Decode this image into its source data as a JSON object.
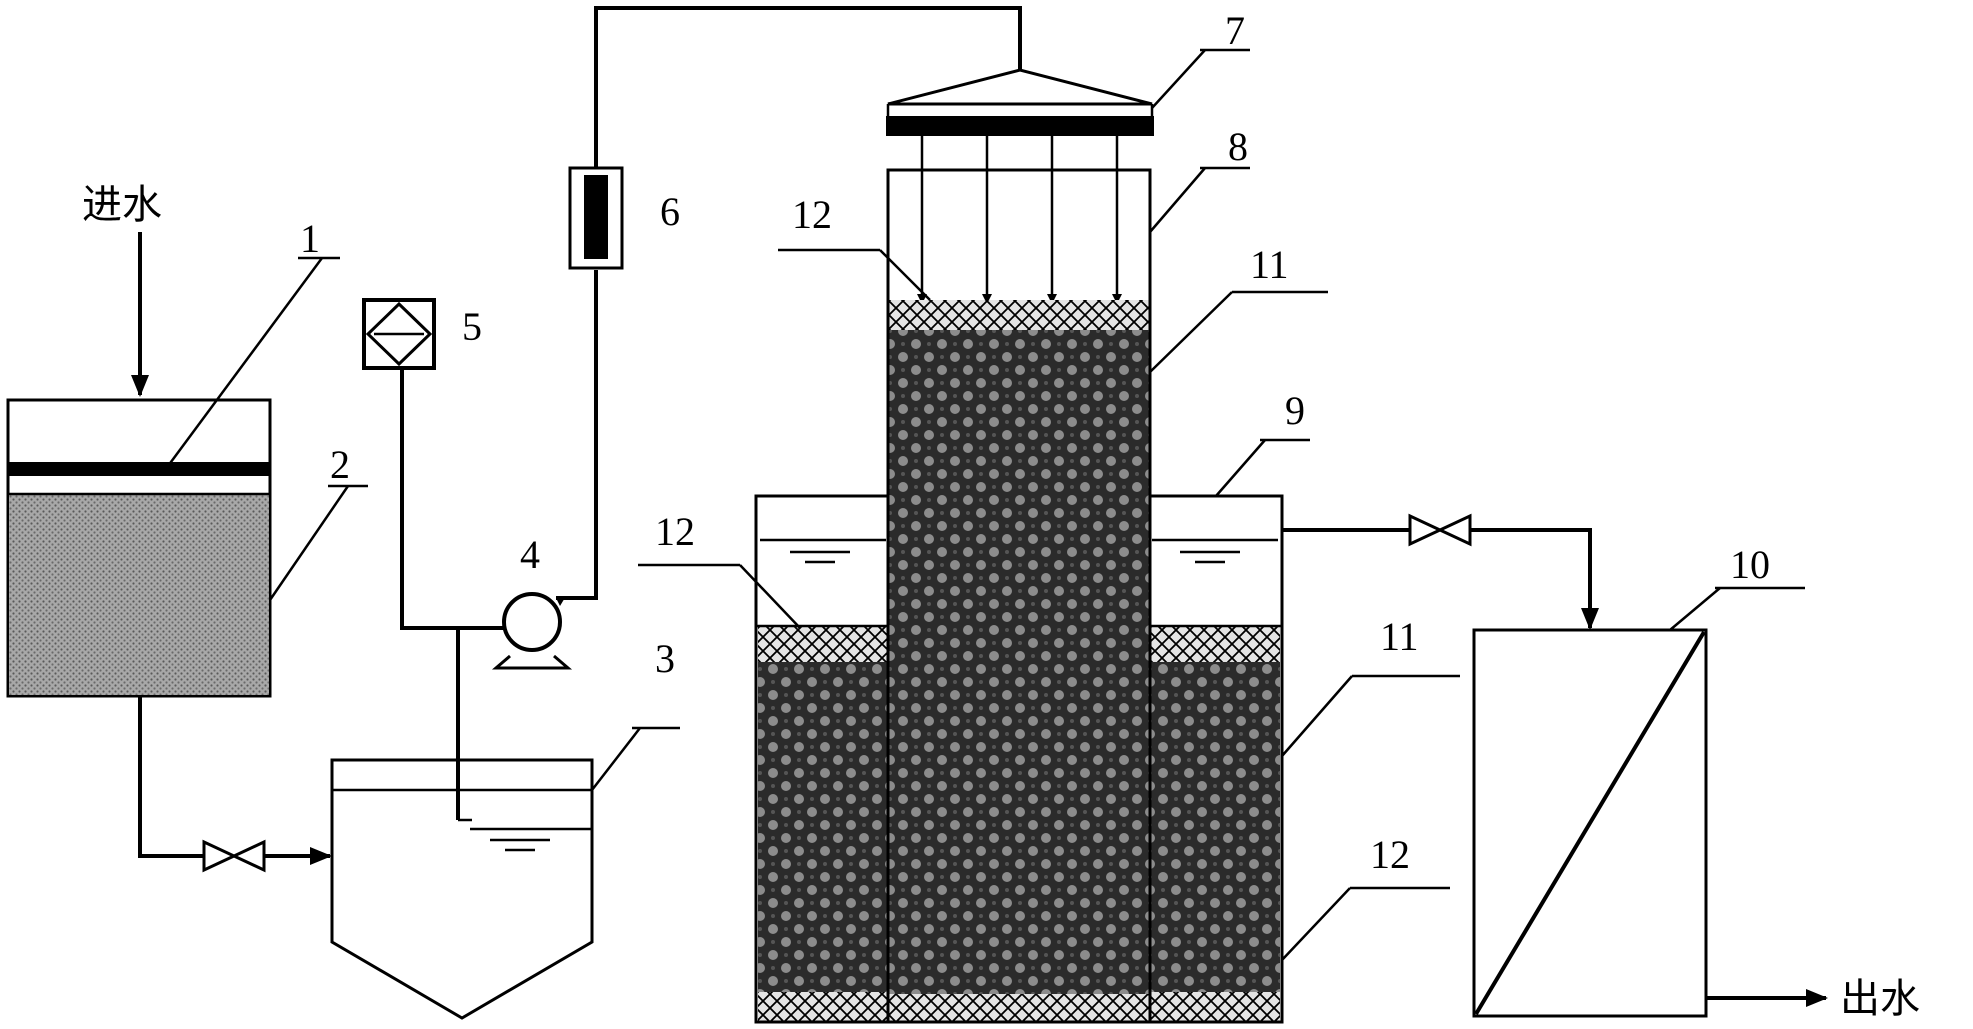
{
  "labels": {
    "inlet": "进水",
    "outlet": "出水",
    "n1": "1",
    "n2": "2",
    "n3": "3",
    "n4": "4",
    "n5": "5",
    "n6": "6",
    "n7": "7",
    "n8": "8",
    "n9": "9",
    "n10": "10",
    "n11a": "11",
    "n11b": "11",
    "n12a": "12",
    "n12b": "12",
    "n12c": "12"
  },
  "colors": {
    "line": "#000000",
    "sand": "#9a9a9a",
    "media": "#2e2e2e",
    "media_dot": "#8a8a8a",
    "mesh": "#d8d8d8"
  }
}
